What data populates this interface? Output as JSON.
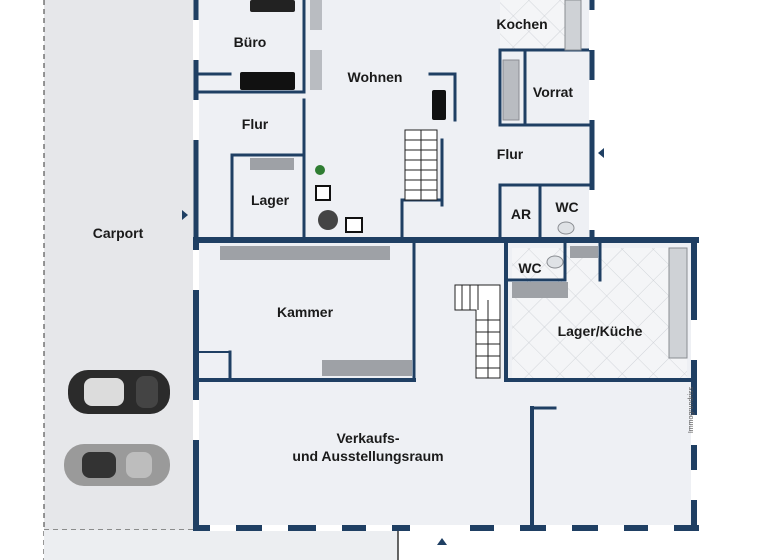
{
  "colors": {
    "wall": "#1f3f63",
    "floor": "#eef0f4",
    "carport": "#e6e7ea",
    "tile_line": "#c9ccd2",
    "fixture": "#8a8d92",
    "car_dark": "#2b2b2b",
    "car_light": "#9a9a9a"
  },
  "rooms": {
    "buero": "Büro",
    "wohnen": "Wohnen",
    "kochen": "Kochen",
    "vorrat": "Vorrat",
    "flur_left": "Flur",
    "flur_right": "Flur",
    "lager": "Lager",
    "ar": "AR",
    "wc_top": "WC",
    "carport": "Carport",
    "wc_mid": "WC",
    "kammer": "Kammer",
    "lager_kueche": "Lager/Küche",
    "verkauf_line1": "Verkaufs-",
    "verkauf_line2": "und Ausstellungsraum"
  },
  "watermark": "Immogrundriss"
}
